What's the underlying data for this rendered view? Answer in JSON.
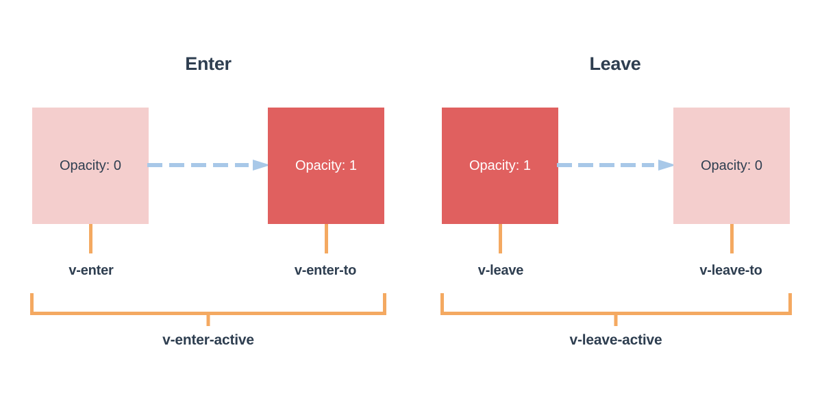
{
  "diagram": {
    "title_hidden": "Vue transition class lifecycle",
    "colors": {
      "background": "#ffffff",
      "box_faded": "#f4cecd",
      "box_solid": "#e0605f",
      "arrow": "#a8c8e8",
      "bracket": "#f4a961",
      "connector": "#f4a961",
      "text_dark": "#2e3e50",
      "text_light": "#ffffff"
    },
    "sections": [
      {
        "id": "enter",
        "title": "Enter",
        "from_box": {
          "label": "Opacity: 0",
          "style": "faded"
        },
        "to_box": {
          "label": "Opacity: 1",
          "style": "solid"
        },
        "from_class": "v-enter",
        "to_class": "v-enter-to",
        "active_class": "v-enter-active",
        "arrow": {
          "name": "dashed-arrow-right",
          "direction": "right",
          "dashes": 5
        }
      },
      {
        "id": "leave",
        "title": "Leave",
        "from_box": {
          "label": "Opacity: 1",
          "style": "solid"
        },
        "to_box": {
          "label": "Opacity: 0",
          "style": "faded"
        },
        "from_class": "v-leave",
        "to_class": "v-leave-to",
        "active_class": "v-leave-active",
        "arrow": {
          "name": "dashed-arrow-right",
          "direction": "right",
          "dashes": 5
        }
      }
    ]
  }
}
